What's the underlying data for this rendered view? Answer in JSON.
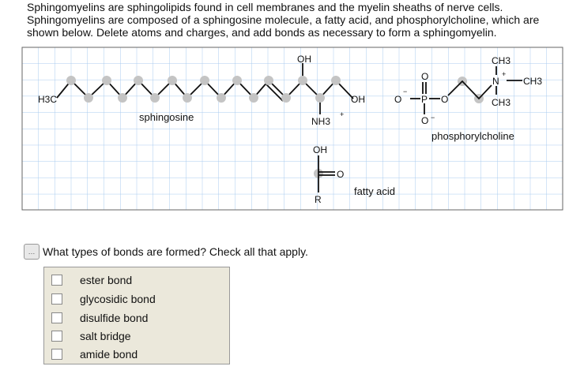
{
  "intro": {
    "line1": "Sphingomyelins are sphingolipids found in cell membranes and the myelin sheaths of nerve cells.",
    "line2": "Sphingomyelins are composed of a sphingosine molecule, a fatty acid, and phosphorylcholine, which are",
    "line3": "shown below. Delete atoms and charges, and add bonds as necessary to form a sphingomyelin."
  },
  "molecules": {
    "sphingosine_label": "sphingosine",
    "fatty_acid_label": "fatty acid",
    "phosphorylcholine_label": "phosphorylcholine",
    "atoms": {
      "h3c": "H3C",
      "oh": "OH",
      "nh3": "NH3",
      "plus": "+",
      "minus": "−",
      "o": "O",
      "p": "P",
      "n": "N",
      "ch3": "CH3",
      "r": "R"
    }
  },
  "question": {
    "text": "What types of bonds are formed? Check all that apply.",
    "options": [
      "ester bond",
      "glycosidic bond",
      "disulfide bond",
      "salt bridge",
      "amide bond"
    ]
  },
  "colors": {
    "grid": "#a9cbef",
    "node": "#c4c4c4",
    "panel": "#ebe8db"
  }
}
